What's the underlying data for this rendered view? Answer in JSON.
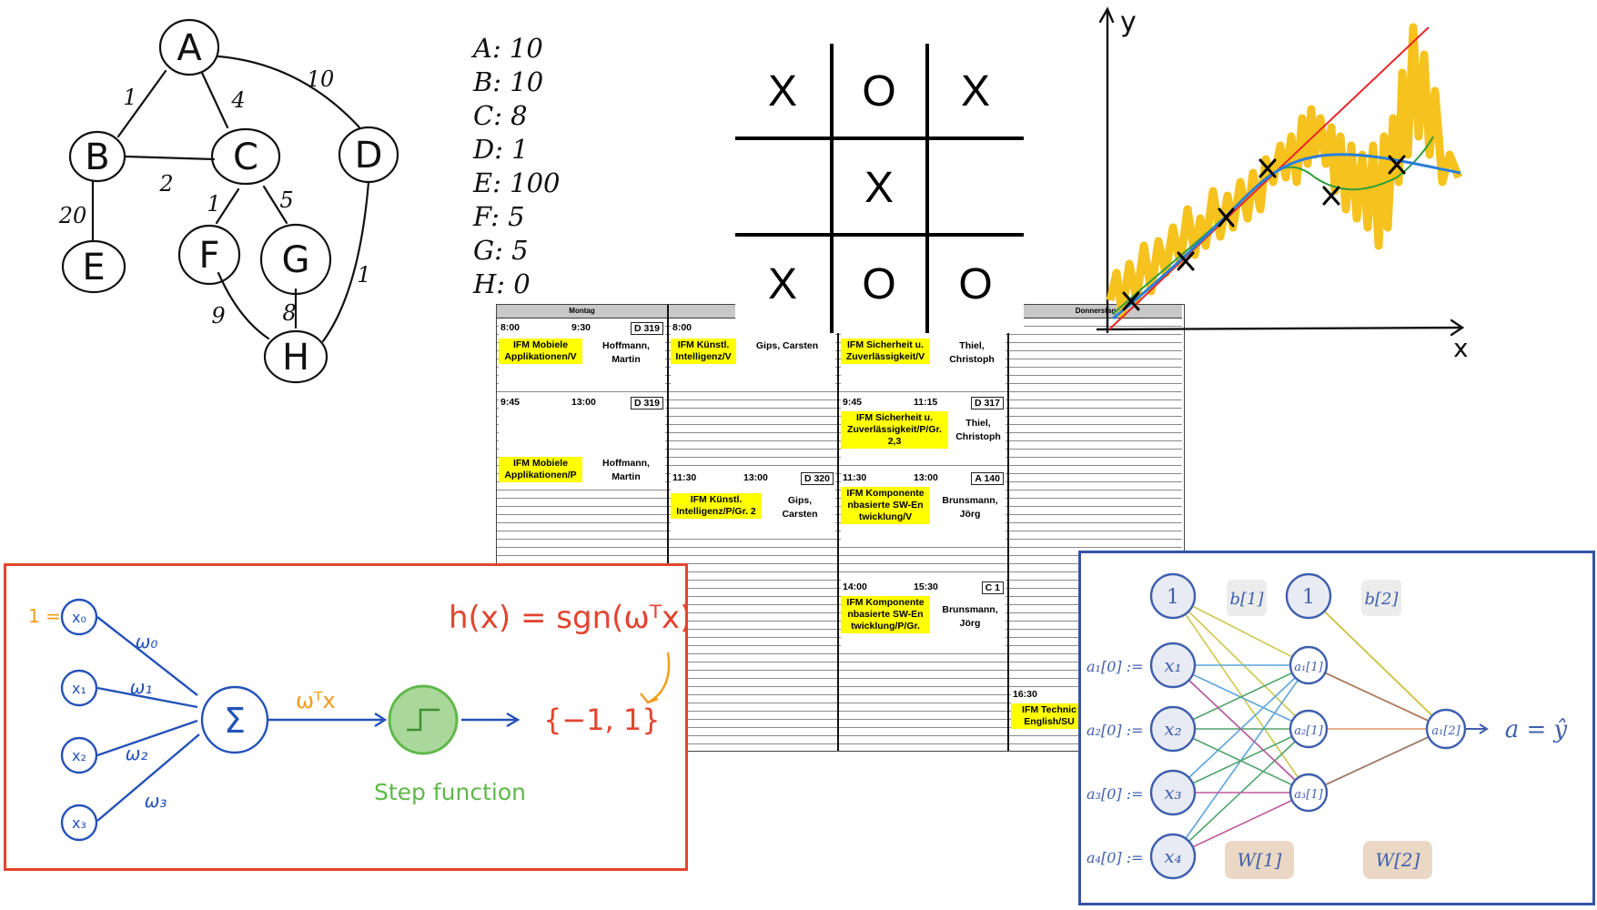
{
  "graph": {
    "nodes": [
      "A",
      "B",
      "C",
      "D",
      "E",
      "F",
      "G",
      "H"
    ],
    "edges": [
      {
        "from": "A",
        "to": "B",
        "weight": "1"
      },
      {
        "from": "A",
        "to": "C",
        "weight": "4"
      },
      {
        "from": "A",
        "to": "D",
        "weight": "10"
      },
      {
        "from": "B",
        "to": "C",
        "weight": "2"
      },
      {
        "from": "B",
        "to": "E",
        "weight": "20"
      },
      {
        "from": "C",
        "to": "F",
        "weight": "1"
      },
      {
        "from": "C",
        "to": "G",
        "weight": "5"
      },
      {
        "from": "F",
        "to": "H",
        "weight": "9"
      },
      {
        "from": "G",
        "to": "H",
        "weight": "8"
      },
      {
        "from": "D",
        "to": "H",
        "weight": "1"
      }
    ]
  },
  "heuristics": [
    "A: 10",
    "B: 10",
    "C: 8",
    "D: 1",
    "E: 100",
    "F: 5",
    "G: 5",
    "H: 0"
  ],
  "tictactoe": {
    "cells": [
      "X",
      "O",
      "X",
      "",
      "X",
      "",
      "X",
      "O",
      "O"
    ]
  },
  "timetable": {
    "headers": [
      "Montag",
      "",
      "",
      "Donnerstag"
    ],
    "blocks": [
      {
        "col": 0,
        "start": "8:00",
        "end": "9:30",
        "room": "D 319",
        "course": "IFM Mobiele Applikationen/V",
        "teacher": "Hoffmann, Martin"
      },
      {
        "col": 0,
        "start": "9:45",
        "end": "13:00",
        "room": "D 319",
        "course": "IFM Mobiele Applikationen/P",
        "teacher": "Hoffmann, Martin"
      },
      {
        "col": 1,
        "start": "8:00",
        "end": "",
        "room": "",
        "course": "IFM Künstl. Intelligenz/V",
        "teacher": "Gips, Carsten"
      },
      {
        "col": 1,
        "start": "11:30",
        "end": "13:00",
        "room": "D 320",
        "course": "IFM Künstl. Intelligenz/P/Gr. 2",
        "teacher": "Gips, Carsten"
      },
      {
        "col": 2,
        "start": "",
        "end": "",
        "room": "",
        "course": "IFM Sicherheit u. Zuverlässigkeit/V",
        "teacher": "Thiel, Christoph"
      },
      {
        "col": 2,
        "start": "9:45",
        "end": "11:15",
        "room": "D 317",
        "course": "IFM Sicherheit u. Zuverlässigkeit/P/Gr. 2,3",
        "teacher": "Thiel, Christoph"
      },
      {
        "col": 2,
        "start": "11:30",
        "end": "13:00",
        "room": "A 140",
        "course": "IFM Komponente nbasierte SW-En twicklung/V",
        "teacher": "Brunsmann, Jörg"
      },
      {
        "col": 2,
        "start": "14:00",
        "end": "15:30",
        "room": "C 1",
        "course": "IFM Komponente nbasierte SW-En twicklung/P/Gr.",
        "teacher": "Brunsmann, Jörg"
      },
      {
        "col": 3,
        "start": "16:30",
        "end": "",
        "room": "",
        "course": "IFM Technic English/SU",
        "teacher": ""
      }
    ]
  },
  "plot": {
    "ylabel": "y",
    "xlabel": "x",
    "colors": {
      "linear": "#e8262a",
      "poly": "#2f9e3c",
      "smooth": "#2a7fd9",
      "overfit": "#f6c21d",
      "points": "#000000"
    }
  },
  "perceptron": {
    "bias_label": "1 =",
    "inputs": [
      "x₀",
      "x₁",
      "x₂",
      "x₃"
    ],
    "weights": [
      "ω₀",
      "ω₁",
      "ω₂",
      "ω₃"
    ],
    "sum_symbol": "Σ",
    "sum_output": "ωᵀx",
    "formula": "h(x) = sgn(ωᵀx)",
    "output_set": "{−1, 1}",
    "step_label": "Step function",
    "colors": {
      "border": "#e2452f",
      "network": "#2452b8",
      "formula": "#e2452f",
      "step": "#5fb84a",
      "bias": "#f39c1a"
    }
  },
  "nn": {
    "bias_node": "1",
    "bias_labels": [
      "b[1]",
      "b[2]"
    ],
    "input_labels": [
      "a₁[0] :=",
      "a₂[0] :=",
      "a₃[0] :=",
      "a₄[0] :="
    ],
    "inputs": [
      "x₁",
      "x₂",
      "x₃",
      "x₄"
    ],
    "hidden": [
      "a₁[1]",
      "a₂[1]",
      "a₃[1]"
    ],
    "output": "a₁[2]",
    "output_eq": "a = ŷ",
    "weight_labels": [
      "W[1]",
      "W[2]"
    ],
    "colors": {
      "border": "#3553a6",
      "node": "#3f5fae",
      "node_fill": "#e8ebf3"
    }
  }
}
